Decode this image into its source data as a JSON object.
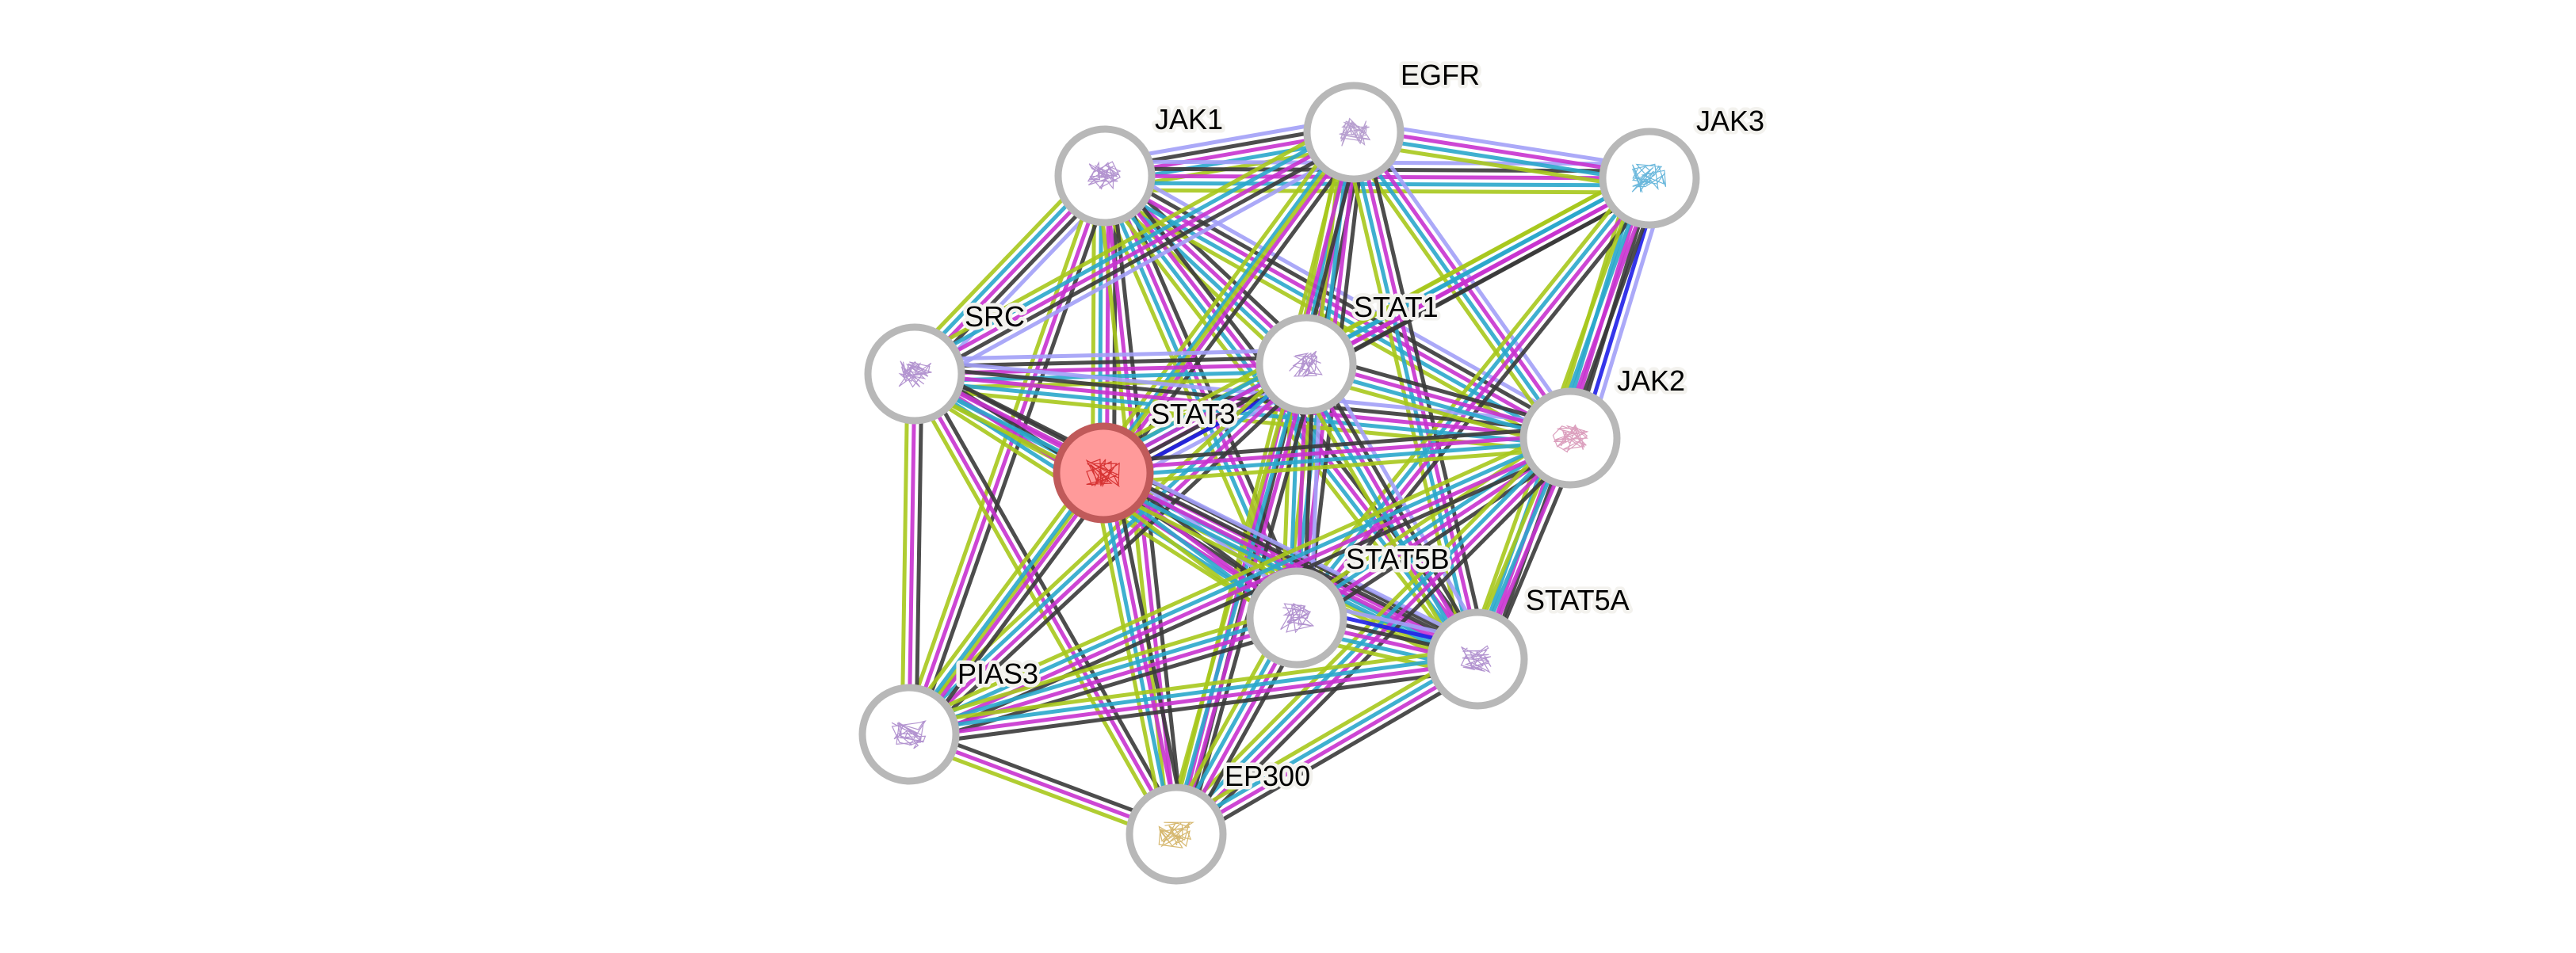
{
  "title": "STAT3 protein interaction network",
  "colors": {
    "background": "#ffffff",
    "node_ring": "#b8b8b8",
    "query_node_fill": "#ff9a9a",
    "query_node_ring": "#c05a5a",
    "label_halo": "#f3f2ee"
  },
  "evidence_channels": {
    "homology": "#a3a0f8",
    "cooccurrence": "#2020e8",
    "coexpression": "#3a3a3a",
    "experiments": "#c833d0",
    "database": "#2ba8cc",
    "textmining": "#a8c81c"
  },
  "nodes": [
    {
      "id": "STAT3",
      "label": "STAT3",
      "query": true,
      "structure_color": "#c81010",
      "icon": "protein-structure-icon"
    },
    {
      "id": "JAK1",
      "label": "JAK1",
      "query": false,
      "structure_color": "#9a70c0",
      "icon": "protein-structure-icon"
    },
    {
      "id": "EGFR",
      "label": "EGFR",
      "query": false,
      "structure_color": "#a080c0",
      "icon": "protein-structure-icon"
    },
    {
      "id": "JAK3",
      "label": "JAK3",
      "query": false,
      "structure_color": "#3aa0d0",
      "icon": "protein-structure-icon"
    },
    {
      "id": "SRC",
      "label": "SRC",
      "query": false,
      "structure_color": "#9a70c0",
      "icon": "protein-structure-icon"
    },
    {
      "id": "STAT1",
      "label": "STAT1",
      "query": false,
      "structure_color": "#9a70c0",
      "icon": "protein-structure-icon"
    },
    {
      "id": "JAK2",
      "label": "JAK2",
      "query": false,
      "structure_color": "#d080a8",
      "icon": "protein-structure-icon"
    },
    {
      "id": "STAT5B",
      "label": "STAT5B",
      "query": false,
      "structure_color": "#9a70c0",
      "icon": "protein-structure-icon"
    },
    {
      "id": "STAT5A",
      "label": "STAT5A",
      "query": false,
      "structure_color": "#9a70c0",
      "icon": "protein-structure-icon"
    },
    {
      "id": "PIAS3",
      "label": "PIAS3",
      "query": false,
      "structure_color": "#9a70c0",
      "icon": "protein-structure-icon"
    },
    {
      "id": "EP300",
      "label": "EP300",
      "query": false,
      "structure_color": "#c8a040",
      "icon": "protein-structure-icon"
    }
  ],
  "edges": [
    {
      "a": "JAK1",
      "b": "EGFR",
      "channels": [
        "homology",
        "coexpression",
        "experiments",
        "database",
        "textmining"
      ]
    },
    {
      "a": "JAK1",
      "b": "JAK3",
      "channels": [
        "homology",
        "coexpression",
        "experiments",
        "database",
        "textmining"
      ]
    },
    {
      "a": "EGFR",
      "b": "JAK3",
      "channels": [
        "homology",
        "experiments",
        "database",
        "textmining"
      ]
    },
    {
      "a": "JAK1",
      "b": "SRC",
      "channels": [
        "homology",
        "coexpression",
        "experiments",
        "database",
        "textmining"
      ]
    },
    {
      "a": "JAK1",
      "b": "STAT1",
      "channels": [
        "coexpression",
        "experiments",
        "database",
        "textmining"
      ]
    },
    {
      "a": "JAK1",
      "b": "STAT3",
      "channels": [
        "coexpression",
        "experiments",
        "database",
        "textmining"
      ]
    },
    {
      "a": "JAK1",
      "b": "JAK2",
      "channels": [
        "homology",
        "coexpression",
        "experiments",
        "database",
        "textmining"
      ]
    },
    {
      "a": "JAK1",
      "b": "STAT5B",
      "channels": [
        "coexpression",
        "experiments",
        "database",
        "textmining"
      ]
    },
    {
      "a": "JAK1",
      "b": "STAT5A",
      "channels": [
        "coexpression",
        "experiments",
        "database",
        "textmining"
      ]
    },
    {
      "a": "JAK1",
      "b": "PIAS3",
      "channels": [
        "coexpression",
        "experiments",
        "textmining"
      ]
    },
    {
      "a": "JAK1",
      "b": "EP300",
      "channels": [
        "coexpression",
        "experiments",
        "textmining"
      ]
    },
    {
      "a": "EGFR",
      "b": "SRC",
      "channels": [
        "homology",
        "coexpression",
        "experiments",
        "database",
        "textmining"
      ]
    },
    {
      "a": "EGFR",
      "b": "STAT1",
      "channels": [
        "coexpression",
        "experiments",
        "database",
        "textmining"
      ]
    },
    {
      "a": "EGFR",
      "b": "STAT3",
      "channels": [
        "coexpression",
        "experiments",
        "database",
        "textmining"
      ]
    },
    {
      "a": "EGFR",
      "b": "JAK2",
      "channels": [
        "homology",
        "experiments",
        "database",
        "textmining"
      ]
    },
    {
      "a": "EGFR",
      "b": "STAT5B",
      "channels": [
        "coexpression",
        "experiments",
        "database",
        "textmining"
      ]
    },
    {
      "a": "EGFR",
      "b": "STAT5A",
      "channels": [
        "coexpression",
        "experiments",
        "database",
        "textmining"
      ]
    },
    {
      "a": "EGFR",
      "b": "EP300",
      "channels": [
        "coexpression",
        "experiments",
        "textmining"
      ]
    },
    {
      "a": "EGFR",
      "b": "PIAS3",
      "channels": [
        "textmining"
      ]
    },
    {
      "a": "JAK3",
      "b": "STAT1",
      "channels": [
        "coexpression",
        "experiments",
        "database",
        "textmining"
      ]
    },
    {
      "a": "JAK3",
      "b": "STAT3",
      "channels": [
        "coexpression",
        "experiments",
        "database",
        "textmining"
      ]
    },
    {
      "a": "JAK3",
      "b": "JAK2",
      "channels": [
        "homology",
        "cooccurrence",
        "coexpression",
        "experiments",
        "database",
        "textmining"
      ]
    },
    {
      "a": "JAK3",
      "b": "STAT5B",
      "channels": [
        "coexpression",
        "experiments",
        "database",
        "textmining"
      ]
    },
    {
      "a": "JAK3",
      "b": "STAT5A",
      "channels": [
        "coexpression",
        "experiments",
        "database",
        "textmining"
      ]
    },
    {
      "a": "SRC",
      "b": "STAT1",
      "channels": [
        "homology",
        "coexpression",
        "experiments",
        "database",
        "textmining"
      ]
    },
    {
      "a": "SRC",
      "b": "STAT3",
      "channels": [
        "coexpression",
        "experiments",
        "database",
        "textmining"
      ]
    },
    {
      "a": "SRC",
      "b": "JAK2",
      "channels": [
        "homology",
        "coexpression",
        "experiments",
        "database",
        "textmining"
      ]
    },
    {
      "a": "SRC",
      "b": "STAT5B",
      "channels": [
        "coexpression",
        "experiments",
        "database",
        "textmining"
      ]
    },
    {
      "a": "SRC",
      "b": "STAT5A",
      "channels": [
        "coexpression",
        "experiments",
        "database",
        "textmining"
      ]
    },
    {
      "a": "SRC",
      "b": "PIAS3",
      "channels": [
        "coexpression",
        "experiments",
        "textmining"
      ]
    },
    {
      "a": "SRC",
      "b": "EP300",
      "channels": [
        "coexpression",
        "experiments",
        "textmining"
      ]
    },
    {
      "a": "STAT1",
      "b": "STAT3",
      "channels": [
        "homology",
        "cooccurrence",
        "coexpression",
        "experiments",
        "database",
        "textmining"
      ]
    },
    {
      "a": "STAT1",
      "b": "JAK2",
      "channels": [
        "coexpression",
        "experiments",
        "database",
        "textmining"
      ]
    },
    {
      "a": "STAT1",
      "b": "STAT5B",
      "channels": [
        "homology",
        "coexpression",
        "experiments",
        "database",
        "textmining"
      ]
    },
    {
      "a": "STAT1",
      "b": "STAT5A",
      "channels": [
        "homology",
        "coexpression",
        "experiments",
        "database",
        "textmining"
      ]
    },
    {
      "a": "STAT1",
      "b": "PIAS3",
      "channels": [
        "coexpression",
        "experiments",
        "database",
        "textmining"
      ]
    },
    {
      "a": "STAT1",
      "b": "EP300",
      "channels": [
        "coexpression",
        "experiments",
        "database",
        "textmining"
      ]
    },
    {
      "a": "STAT3",
      "b": "JAK2",
      "channels": [
        "coexpression",
        "experiments",
        "database",
        "textmining"
      ]
    },
    {
      "a": "STAT3",
      "b": "STAT5B",
      "channels": [
        "homology",
        "coexpression",
        "experiments",
        "database",
        "textmining"
      ]
    },
    {
      "a": "STAT3",
      "b": "STAT5A",
      "channels": [
        "homology",
        "coexpression",
        "experiments",
        "database",
        "textmining"
      ]
    },
    {
      "a": "STAT3",
      "b": "PIAS3",
      "channels": [
        "coexpression",
        "experiments",
        "database",
        "textmining"
      ]
    },
    {
      "a": "STAT3",
      "b": "EP300",
      "channels": [
        "coexpression",
        "experiments",
        "database",
        "textmining"
      ]
    },
    {
      "a": "JAK2",
      "b": "STAT5B",
      "channels": [
        "coexpression",
        "experiments",
        "database",
        "textmining"
      ]
    },
    {
      "a": "JAK2",
      "b": "STAT5A",
      "channels": [
        "coexpression",
        "experiments",
        "database",
        "textmining"
      ]
    },
    {
      "a": "JAK2",
      "b": "PIAS3",
      "channels": [
        "coexpression",
        "experiments",
        "database",
        "textmining"
      ]
    },
    {
      "a": "JAK2",
      "b": "EP300",
      "channels": [
        "coexpression",
        "experiments",
        "database",
        "textmining"
      ]
    },
    {
      "a": "STAT5B",
      "b": "STAT5A",
      "channels": [
        "homology",
        "cooccurrence",
        "coexpression",
        "experiments",
        "database",
        "textmining"
      ]
    },
    {
      "a": "STAT5B",
      "b": "PIAS3",
      "channels": [
        "coexpression",
        "experiments",
        "database",
        "textmining"
      ]
    },
    {
      "a": "STAT5B",
      "b": "EP300",
      "channels": [
        "coexpression",
        "experiments",
        "database",
        "textmining"
      ]
    },
    {
      "a": "STAT5A",
      "b": "PIAS3",
      "channels": [
        "coexpression",
        "experiments",
        "database",
        "textmining"
      ]
    },
    {
      "a": "STAT5A",
      "b": "EP300",
      "channels": [
        "coexpression",
        "experiments",
        "database",
        "textmining"
      ]
    },
    {
      "a": "PIAS3",
      "b": "EP300",
      "channels": [
        "coexpression",
        "experiments",
        "textmining"
      ]
    }
  ]
}
